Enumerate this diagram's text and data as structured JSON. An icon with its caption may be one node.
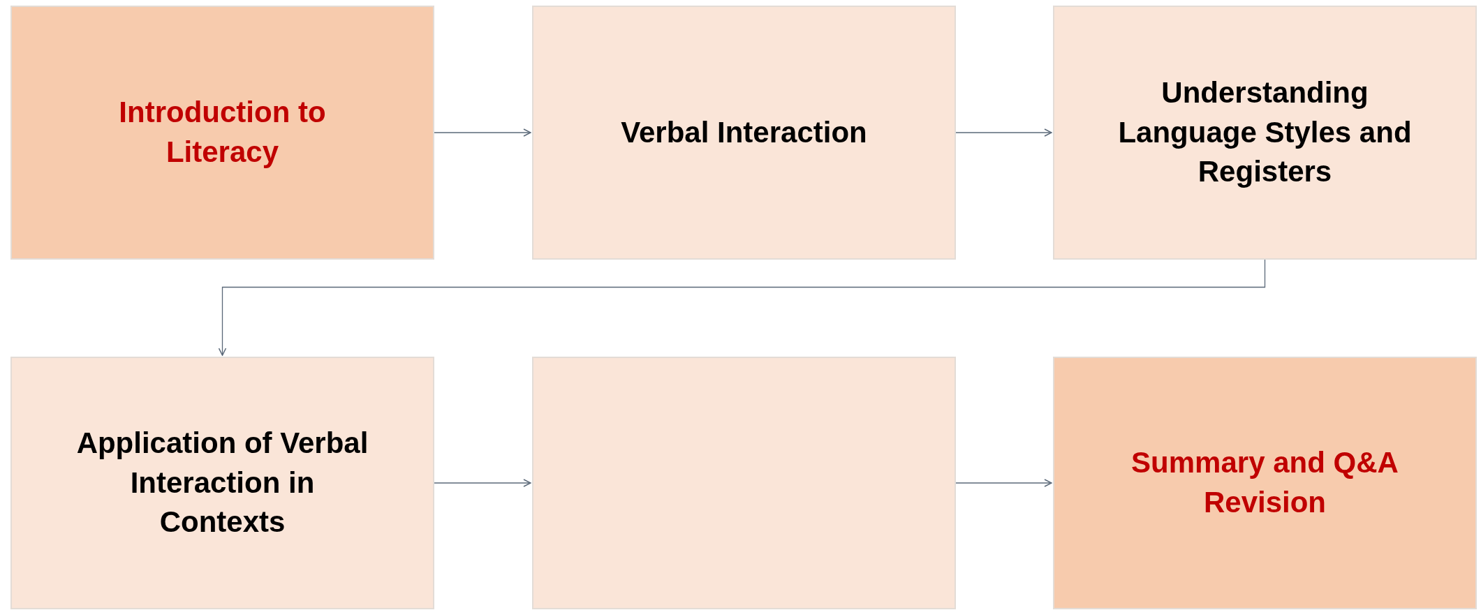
{
  "diagram": {
    "nodes": [
      {
        "text": [
          "Introduction to Literacy"
        ]
      },
      {
        "text": [
          "Verbal Interaction"
        ]
      },
      {
        "text": [
          "Understanding Language Styles and Registers"
        ]
      },
      {
        "text": [
          "Application of Verbal Interaction in Contexts"
        ]
      },
      {
        "text": [],
        "shape": "box"
      },
      {
        "text": [
          "Summary and Q&A Revision"
        ]
      }
    ],
    "edges": [
      {
        "from": 0,
        "to": 1,
        "arrow": "to"
      },
      {
        "from": 1,
        "to": 2,
        "arrow": "to"
      },
      {
        "from": 2,
        "to": 3,
        "arrow": "to"
      },
      {
        "from": 3,
        "to": 4,
        "arrow": "to"
      },
      {
        "from": 4,
        "to": 5,
        "arrow": "to"
      }
    ]
  }
}
